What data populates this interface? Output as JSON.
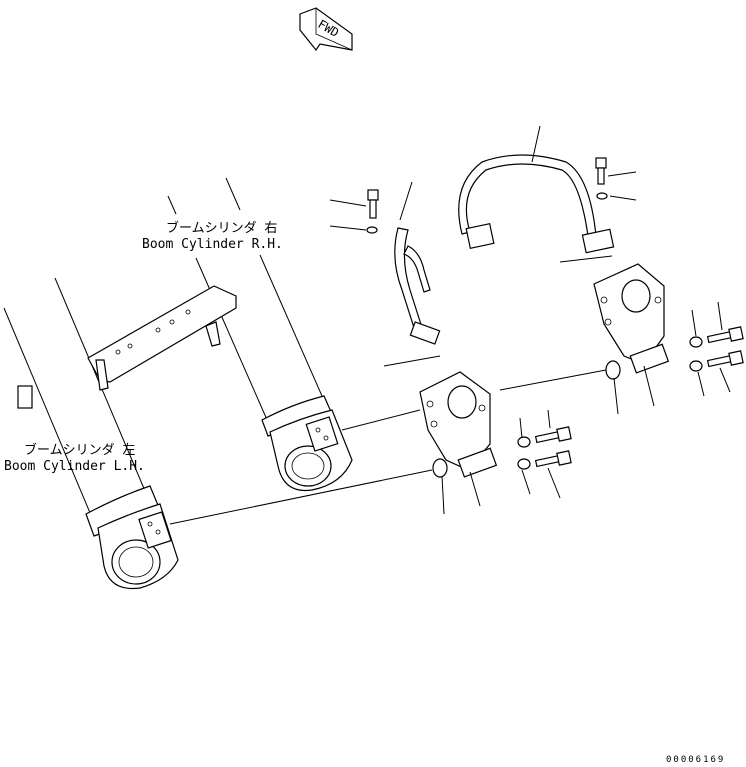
{
  "fwd_indicator": {
    "text": "FWD"
  },
  "labels": {
    "boom_rh_jp": "ブームシリンダ 右",
    "boom_rh_en": "Boom Cylinder R.H.",
    "boom_lh_jp": "ブームシリンダ 左",
    "boom_lh_en": "Boom Cylinder L.H."
  },
  "drawing_number": "00006169"
}
